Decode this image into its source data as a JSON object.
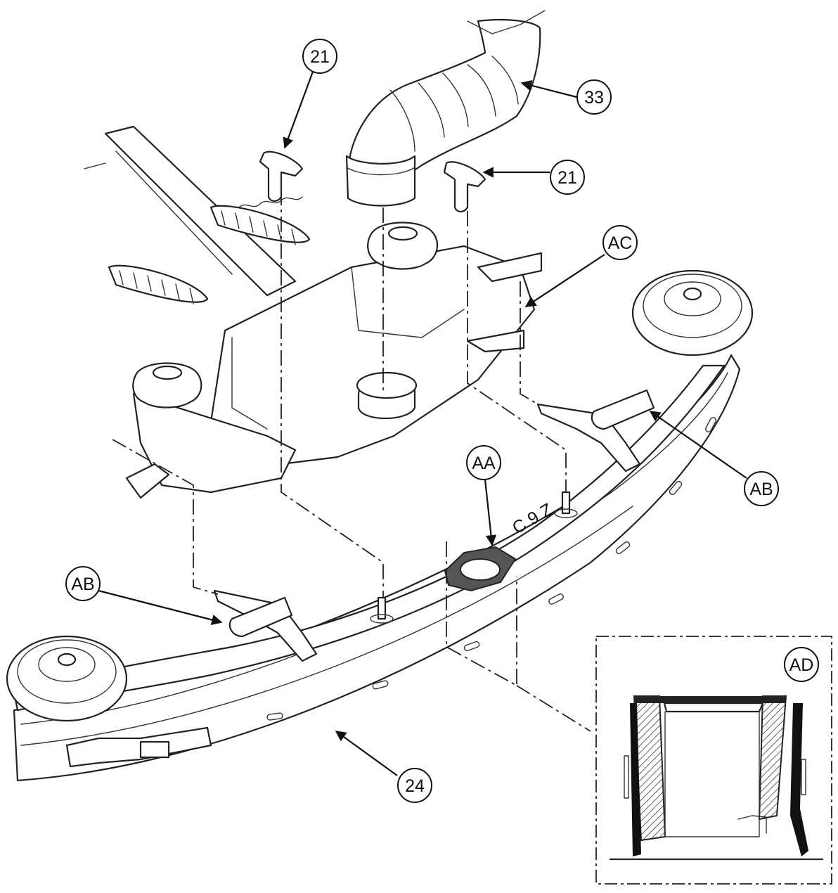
{
  "callouts": {
    "c21a": "21",
    "c21b": "21",
    "c33": "33",
    "cAC": "AC",
    "cAA": "AA",
    "cAB1": "AB",
    "cAB2": "AB",
    "c24": "24",
    "cAD": "AD"
  },
  "stamp_text": "C 9 Z"
}
